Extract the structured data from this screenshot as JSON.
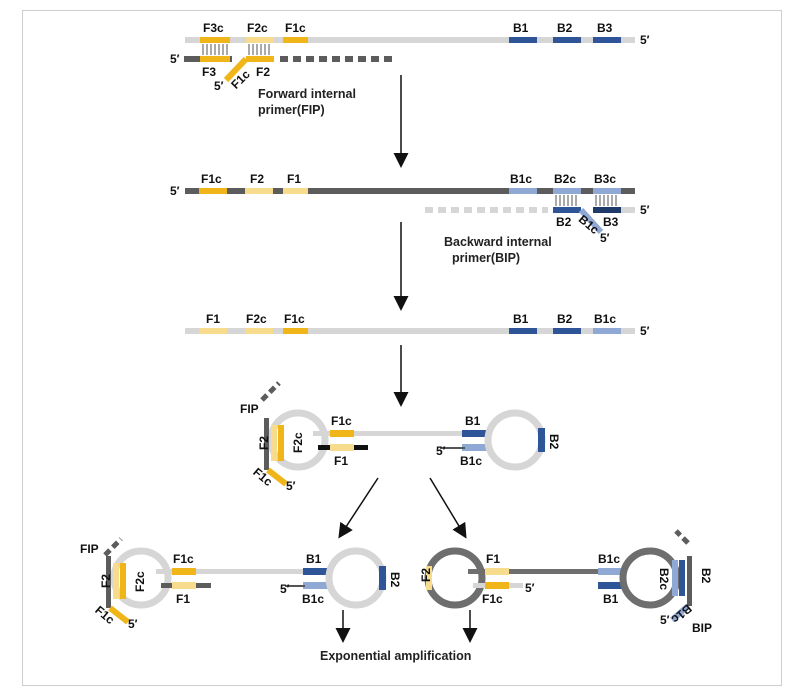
{
  "colors": {
    "light_strand": "#d6d6d6",
    "dark_strand": "#5c5c5c",
    "gold": "#f0b619",
    "pale_gold": "#f8dc8e",
    "blue": "#2e5597",
    "light_blue": "#8fa8d4",
    "arrow": "#111111"
  },
  "five_prime": "5′",
  "step1": {
    "top_labels": [
      "F3c",
      "F2c",
      "F1c",
      "B1",
      "B2",
      "B3"
    ],
    "bottom_labels": [
      "F3",
      "F2",
      "F1c"
    ],
    "caption_line1": "Forward internal",
    "caption_line2": "primer(FIP)"
  },
  "step2": {
    "top_labels": [
      "F1c",
      "F2",
      "F1",
      "B1c",
      "B2c",
      "B3c"
    ],
    "bottom_labels": [
      "B2",
      "B3",
      "B1c"
    ],
    "caption_line1": "Backward internal",
    "caption_line2": "primer(BIP)"
  },
  "step3": {
    "labels": [
      "F1",
      "F2c",
      "F1c",
      "B1",
      "B2",
      "B1c"
    ]
  },
  "step4": {
    "labels": [
      "FIP",
      "F2",
      "F2c",
      "F1c",
      "F1",
      "F1c",
      "B1",
      "B1c",
      "B2"
    ]
  },
  "step5_left": {
    "labels": [
      "FIP",
      "F2",
      "F2c",
      "F1c",
      "F1",
      "F1c",
      "B1",
      "B1c",
      "B2"
    ]
  },
  "step5_right": {
    "labels": [
      "F2",
      "F1",
      "F1c",
      "B1c",
      "B1",
      "B2c",
      "B2",
      "B1c",
      "BIP"
    ]
  },
  "final_caption": "Exponential amplification"
}
